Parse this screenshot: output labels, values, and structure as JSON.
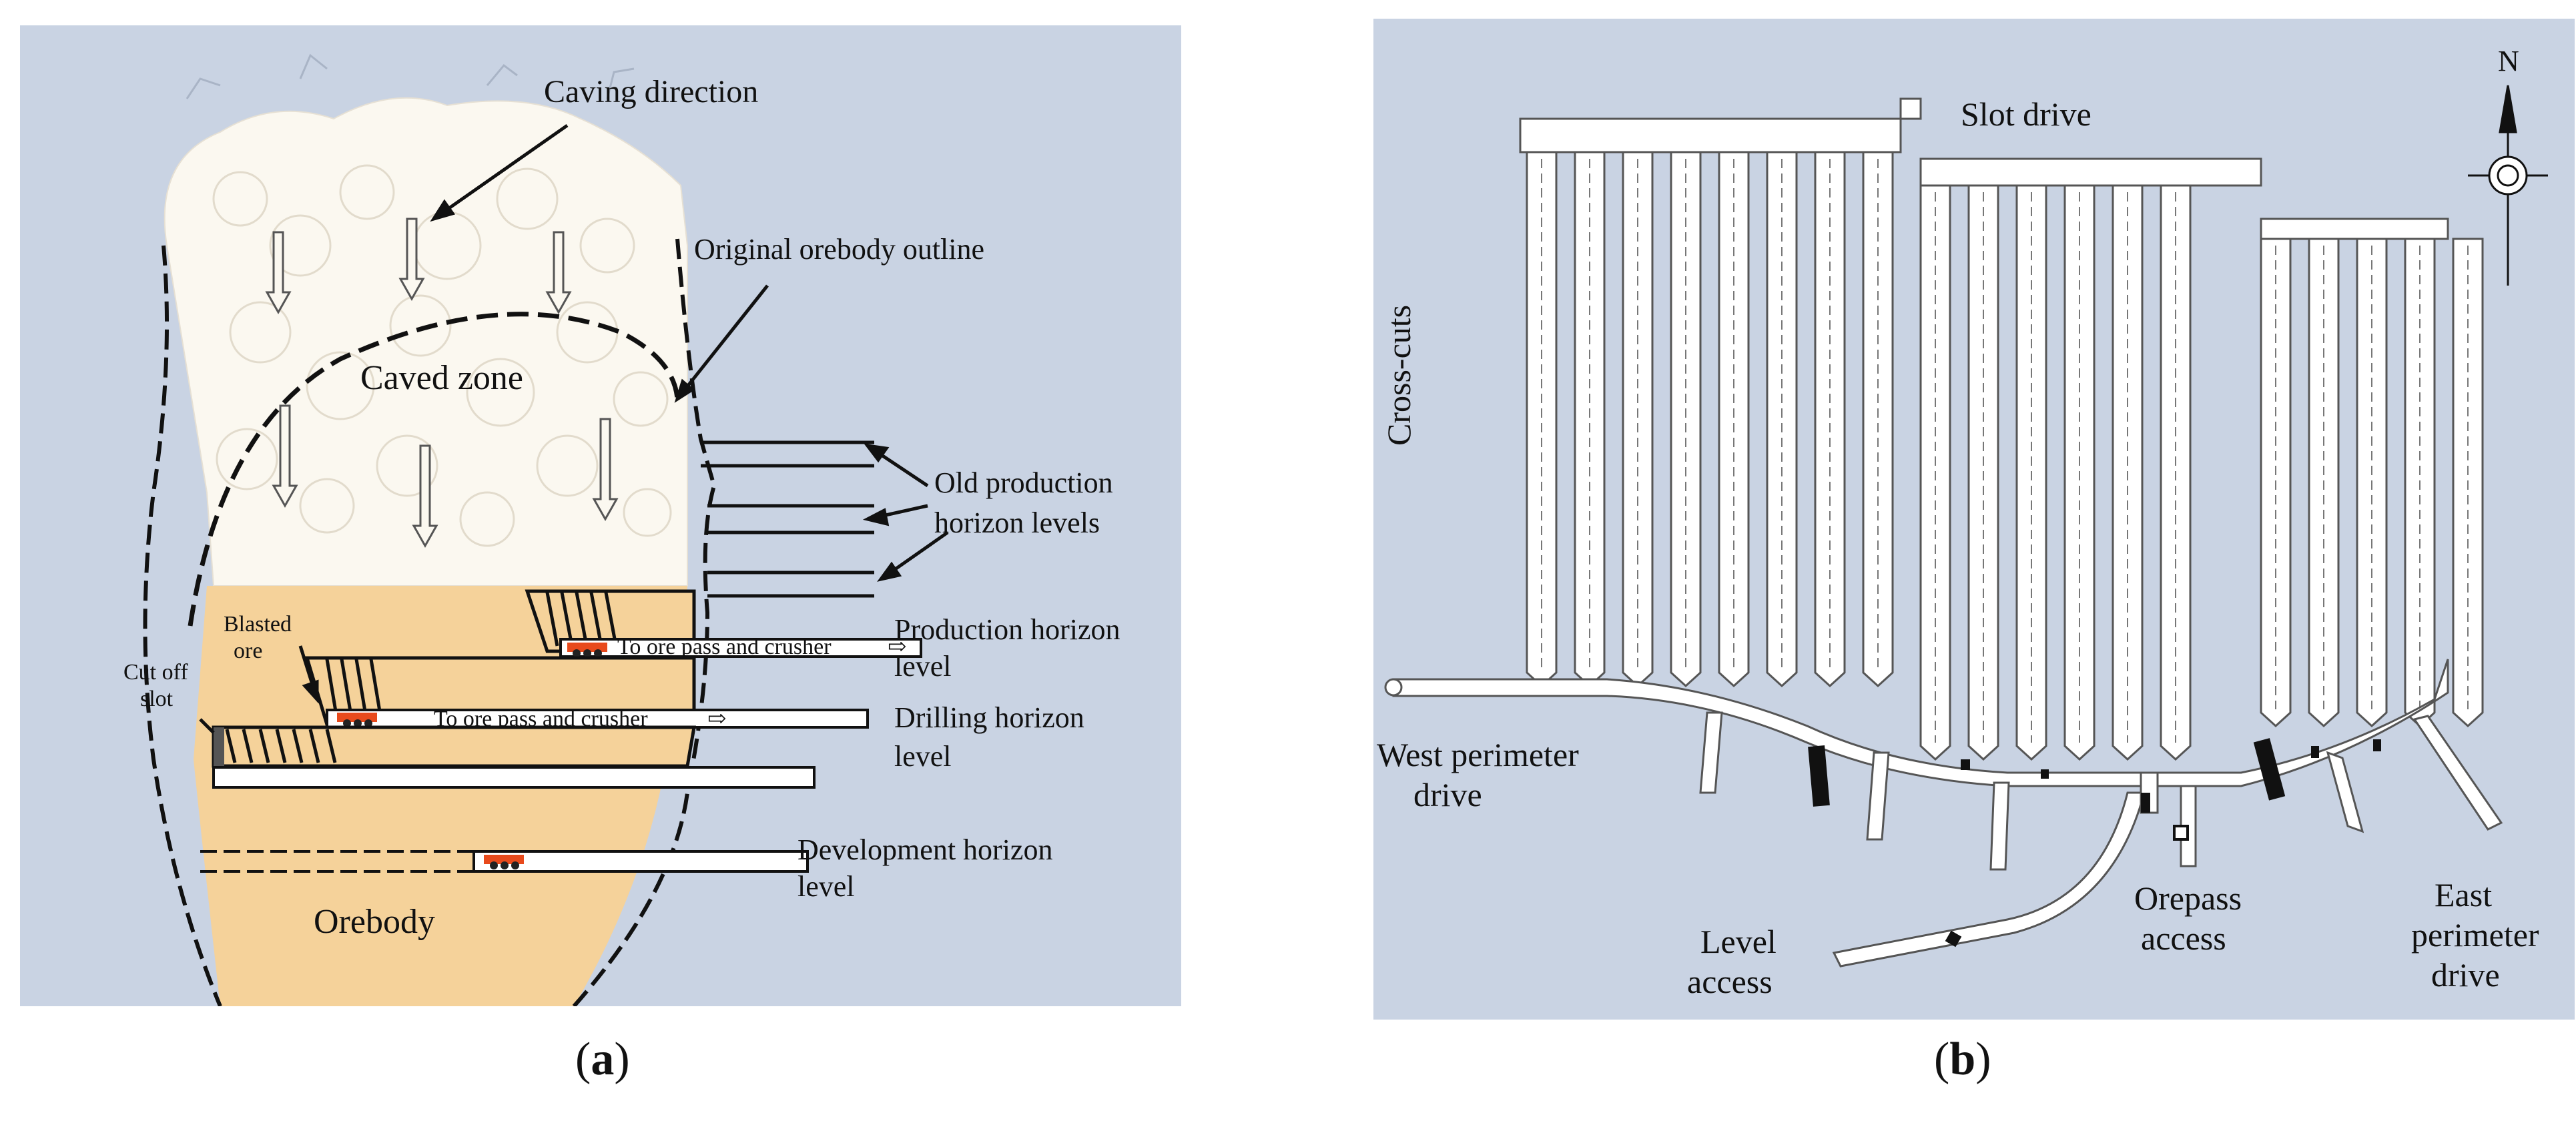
{
  "panel_a": {
    "caving_direction": "Caving direction",
    "original_outline": "Original orebody outline",
    "caved_zone": "Caved zone",
    "old_levels_1": "Old production",
    "old_levels_2": "horizon levels",
    "blasted_1": "Blasted",
    "blasted_2": "ore",
    "cutoff_1": "Cut off",
    "cutoff_2": "slot",
    "production_1": "Production horizon",
    "production_2": "level",
    "drilling_1": "Drilling horizon",
    "drilling_2": "level",
    "development_1": "Development horizon",
    "development_2": "level",
    "ore_pass_upper": "To ore pass and crusher",
    "ore_pass_lower": "To ore pass and crusher",
    "orebody": "Orebody",
    "caption_open": "(",
    "caption_letter": "a",
    "caption_close": ")"
  },
  "panel_b": {
    "north": "N",
    "slot_drive": "Slot drive",
    "cross_cuts": "Cross-cuts",
    "west_1": "West perimeter",
    "west_2": "drive",
    "level_1": "Level",
    "level_2": "access",
    "orepass_1": "Orepass",
    "orepass_2": "access",
    "east_1": "East",
    "east_2": "perimeter",
    "east_3": "drive",
    "caption_open": "(",
    "caption_letter": "b",
    "caption_close": ")"
  },
  "colors": {
    "background_panel": "#c9d3e3",
    "caved_rock": "#fbf8f0",
    "orebody": "#f5d29a",
    "equipment": "#e84a1c"
  }
}
